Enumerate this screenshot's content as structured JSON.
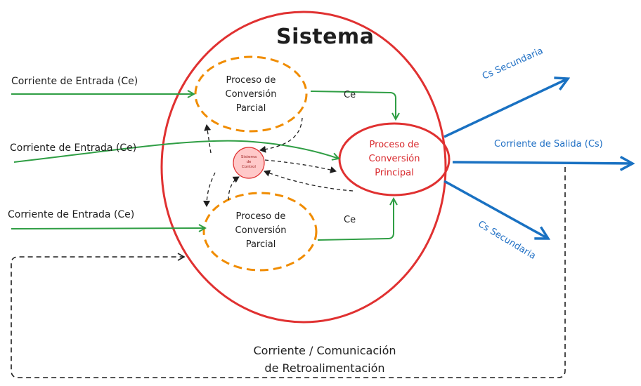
{
  "diagram": {
    "title": "Sistema",
    "inputs": [
      {
        "label": "Corriente de Entrada (Ce)"
      },
      {
        "label": "Corriente de Entrada (Ce)"
      },
      {
        "label": "Corriente de Entrada (Ce)"
      }
    ],
    "partial_process_top": {
      "line1": "Proceso de",
      "line2": "Conversión",
      "line3": "Parcial"
    },
    "partial_process_bottom": {
      "line1": "Proceso de",
      "line2": "Conversión",
      "line3": "Parcial"
    },
    "main_process": {
      "line1": "Proceso de",
      "line2": "Conversión",
      "line3": "Principal"
    },
    "control_system": {
      "line1": "Sistema",
      "line2": "de",
      "line3": "Control"
    },
    "ce_labels": [
      "Ce",
      "Ce"
    ],
    "outputs": {
      "secondary_top": "Cs Secundaria",
      "main": "Corriente de Salida (Cs)",
      "secondary_bottom": "Cs Secundaria"
    },
    "feedback": {
      "line1": "Corriente / Comunicación",
      "line2": "de Retroalimentación"
    },
    "colors": {
      "system_circle": "#e03131",
      "partial_process": "#f08c00",
      "input_arrows": "#2f9e44",
      "output_arrows": "#1971c2",
      "control_fill": "#ffc9c9",
      "dashed": "#1e1e1e"
    }
  }
}
